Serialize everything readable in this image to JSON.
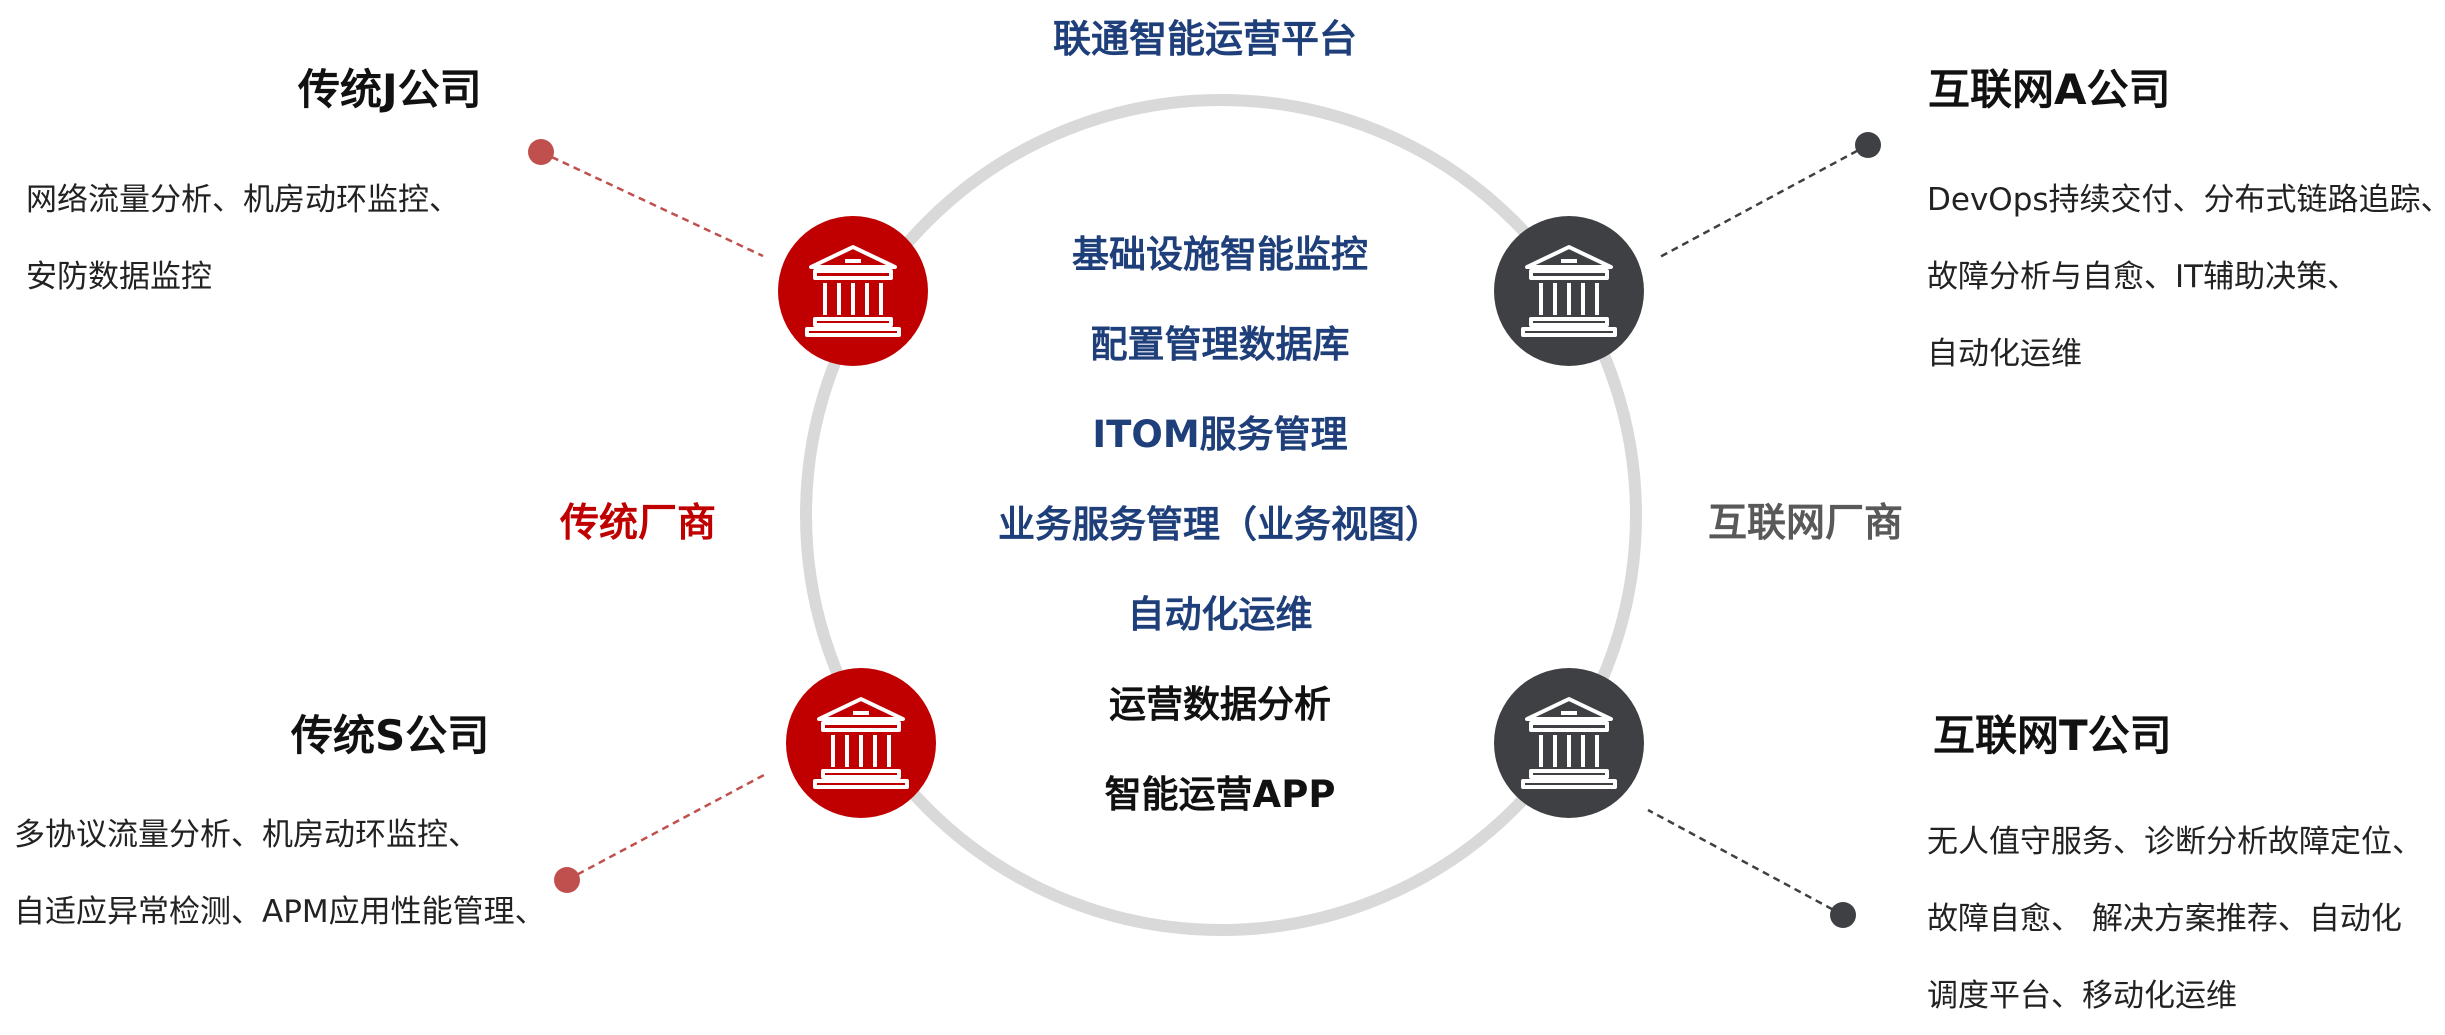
{
  "title": "联通智能运营平台",
  "colors": {
    "accent_red": "#c00000",
    "accent_gray": "#3e4043",
    "title_blue": "#1f3f7a",
    "ring": "#d9d9d9"
  },
  "center": {
    "items": [
      {
        "text": "基础设施智能监控",
        "tone": "blue"
      },
      {
        "text": "配置管理数据库",
        "tone": "blue"
      },
      {
        "text": "ITOM服务管理",
        "tone": "blue"
      },
      {
        "text": "业务服务管理（业务视图）",
        "tone": "blue"
      },
      {
        "text": "自动化运维",
        "tone": "blue"
      },
      {
        "text": "运营数据分析",
        "tone": "dark"
      },
      {
        "text": "智能运营APP",
        "tone": "dark"
      }
    ]
  },
  "categories": {
    "left": "传统厂商",
    "right": "互联网厂商"
  },
  "companies": {
    "j": {
      "name": "传统J公司",
      "lines": [
        "网络流量分析、机房动环监控、",
        "安防数据监控"
      ]
    },
    "s": {
      "name": "传统S公司",
      "lines": [
        "多协议流量分析、机房动环监控、",
        "自适应异常检测、APM应用性能管理、"
      ]
    },
    "a": {
      "name": "互联网A公司",
      "lines": [
        "DevOps持续交付、分布式链路追踪、",
        "故障分析与自愈、IT辅助决策、",
        "自动化运维"
      ]
    },
    "t": {
      "name": "互联网T公司",
      "lines": [
        "无人值守服务、诊断分析故障定位、",
        "故障自愈、 解决方案推荐、自动化",
        "调度平台、移动化运维"
      ]
    }
  },
  "icons": {
    "building": "bank-building-icon"
  }
}
